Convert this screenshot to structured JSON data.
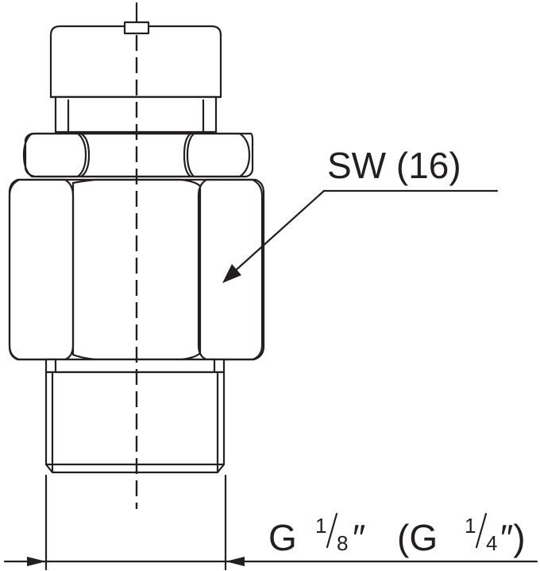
{
  "labels": {
    "wrench_size": "SW (16)",
    "thread_g": "G",
    "thread_num": "1",
    "thread_den": "8",
    "thread_inch": "″",
    "thread_alt_open": "(G",
    "thread_alt_num": "1",
    "thread_alt_den": "4",
    "thread_alt_close": "″)"
  },
  "colors": {
    "line": "#231f20",
    "background": "#ffffff"
  }
}
